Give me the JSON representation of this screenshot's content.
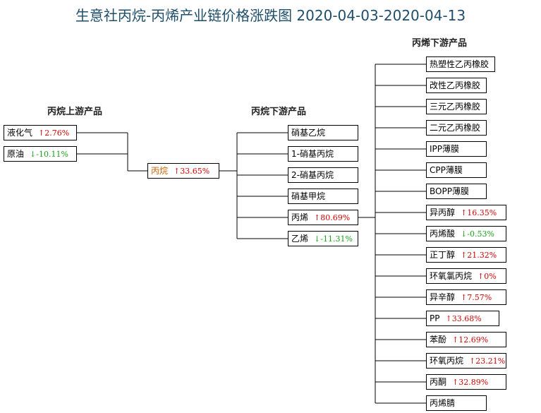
{
  "title": "生意社丙烷-丙烯产业链价格涨跌图 2020-04-03-2020-04-13",
  "headers": {
    "upstream": "丙烷上游产品",
    "propane_downstream": "丙烷下游产品",
    "propylene_downstream": "丙烯下游产品"
  },
  "colors": {
    "up": "#d40000",
    "down": "#1aa01a",
    "title": "#1f4e6b",
    "center": "#c86400"
  },
  "upstream": [
    {
      "name": "液化气",
      "change": "2.76%",
      "dir": "up"
    },
    {
      "name": "原油",
      "change": "-10.11%",
      "dir": "down"
    }
  ],
  "center": {
    "name": "丙烷",
    "change": "33.65%",
    "dir": "up"
  },
  "propane_downstream": [
    {
      "name": "硝基乙烷",
      "change": "",
      "dir": ""
    },
    {
      "name": "1-硝基丙烷",
      "change": "",
      "dir": ""
    },
    {
      "name": "2-硝基丙烷",
      "change": "",
      "dir": ""
    },
    {
      "name": "硝基甲烷",
      "change": "",
      "dir": ""
    },
    {
      "name": "丙烯",
      "change": "80.69%",
      "dir": "up"
    },
    {
      "name": "乙烯",
      "change": "-11.31%",
      "dir": "down"
    }
  ],
  "propylene_downstream": [
    {
      "name": "热塑性乙丙橡胶",
      "change": "",
      "dir": ""
    },
    {
      "name": "改性乙丙橡胶",
      "change": "",
      "dir": ""
    },
    {
      "name": "三元乙丙橡胶",
      "change": "",
      "dir": ""
    },
    {
      "name": "二元乙丙橡胶",
      "change": "",
      "dir": ""
    },
    {
      "name": "IPP薄膜",
      "change": "",
      "dir": ""
    },
    {
      "name": "CPP薄膜",
      "change": "",
      "dir": ""
    },
    {
      "name": "BOPP薄膜",
      "change": "",
      "dir": ""
    },
    {
      "name": "异丙醇",
      "change": "16.35%",
      "dir": "up"
    },
    {
      "name": "丙烯酸",
      "change": "-0.53%",
      "dir": "down"
    },
    {
      "name": "正丁醇",
      "change": "21.32%",
      "dir": "up"
    },
    {
      "name": "环氧氯丙烷",
      "change": "0%",
      "dir": "up"
    },
    {
      "name": "异辛醇",
      "change": "7.57%",
      "dir": "up"
    },
    {
      "name": "PP",
      "change": "33.68%",
      "dir": "up"
    },
    {
      "name": "苯酚",
      "change": "12.69%",
      "dir": "up"
    },
    {
      "name": "环氧丙烷",
      "change": "23.21%",
      "dir": "up"
    },
    {
      "name": "丙酮",
      "change": "32.89%",
      "dir": "up"
    },
    {
      "name": "丙烯腈",
      "change": "",
      "dir": ""
    }
  ]
}
